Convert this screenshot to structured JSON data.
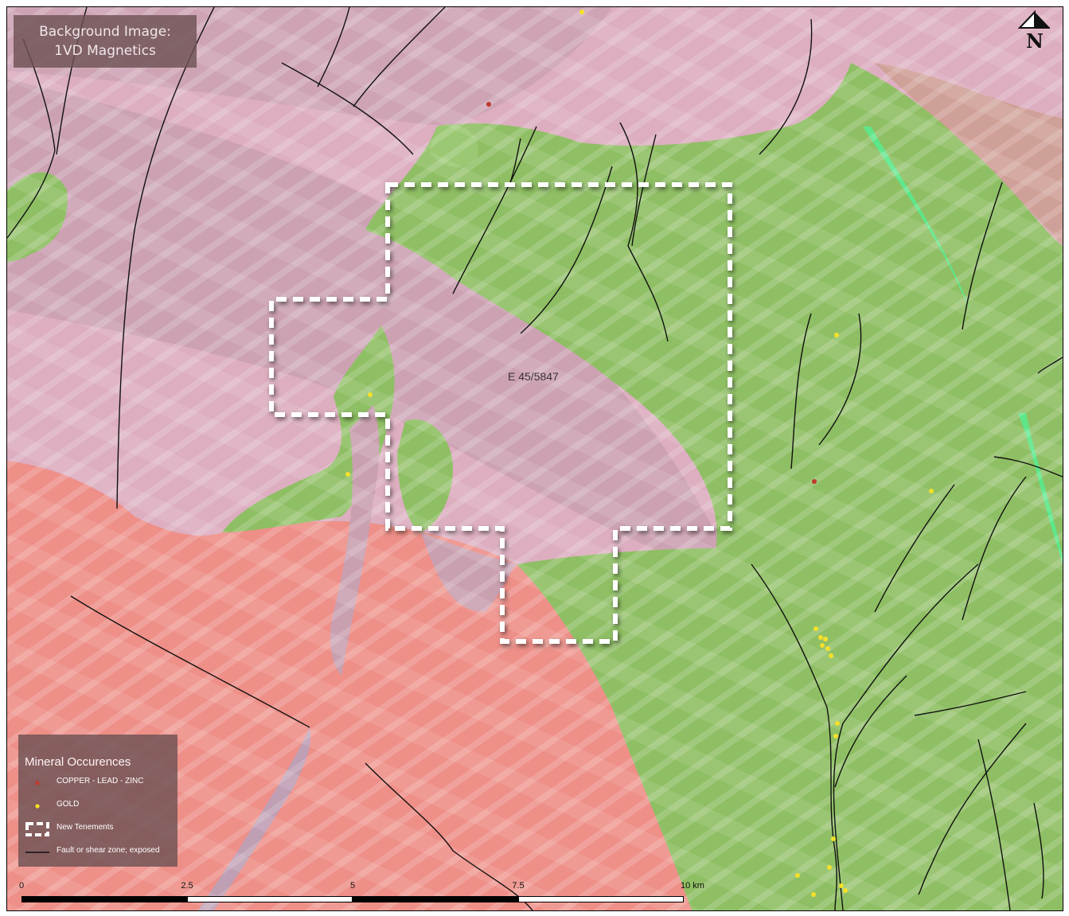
{
  "background_label": {
    "line1": "Background Image:",
    "line2": "1VD Magnetics"
  },
  "north_arrow": {
    "letter": "N"
  },
  "tenement": {
    "name": "E 45/5847"
  },
  "legend": {
    "title": "Mineral Occurences",
    "items": [
      {
        "label": "COPPER - LEAD - ZINC",
        "symbol": "red-dot-icon",
        "color": "#c0392b"
      },
      {
        "label": "GOLD",
        "symbol": "yellow-dot-icon",
        "color": "#f5e12a"
      },
      {
        "label": "New Tenements",
        "symbol": "dashed-box-icon",
        "color": "#ffffff"
      },
      {
        "label": "Fault or shear zone; exposed",
        "symbol": "line-icon",
        "color": "#111111"
      }
    ]
  },
  "scale_bar": {
    "ticks": [
      "0",
      "2.5",
      "5",
      "7.5",
      "10 km"
    ]
  },
  "colors": {
    "pink_unit": "#dcaec0",
    "pink_dark": "#c59cac",
    "green_unit": "#8fbf64",
    "green_light": "#a6d27c",
    "red_unit": "#ee8f88",
    "bright_green": "#5ee68a",
    "brown_unit": "#c99a94"
  }
}
